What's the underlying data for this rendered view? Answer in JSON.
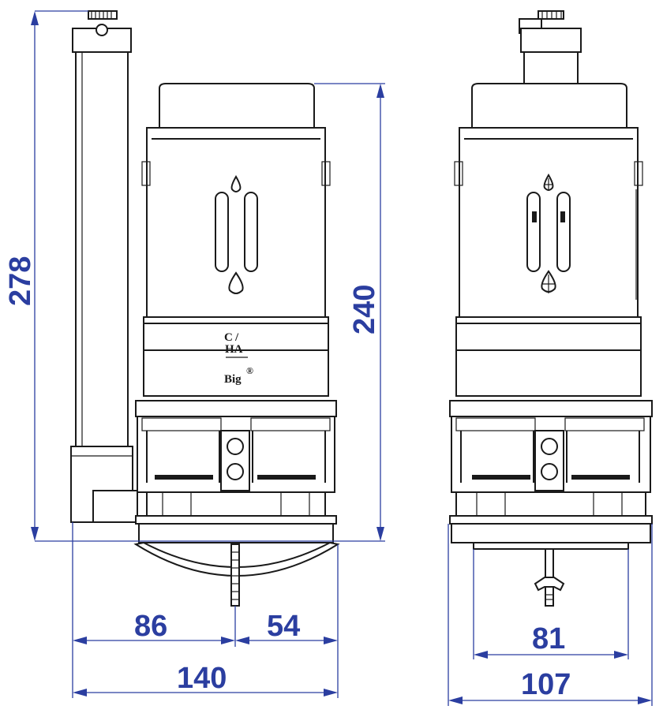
{
  "dimensions": {
    "overall_height": "278",
    "body_height": "240",
    "left_offset": "86",
    "right_offset": "54",
    "side_width": "140",
    "front_inner_width": "81",
    "front_width": "107"
  },
  "brand": {
    "logo_text_top": "C",
    "logo_text_mid": "HA",
    "model_name": "Big",
    "registered_mark": "®"
  },
  "colors": {
    "dimension": "#2b3ea0",
    "outline": "#1a1a1a"
  },
  "icons": [
    "water-drop-icon",
    "water-drop-icon",
    "water-drop-cross-icon",
    "water-drop-cross-icon"
  ]
}
